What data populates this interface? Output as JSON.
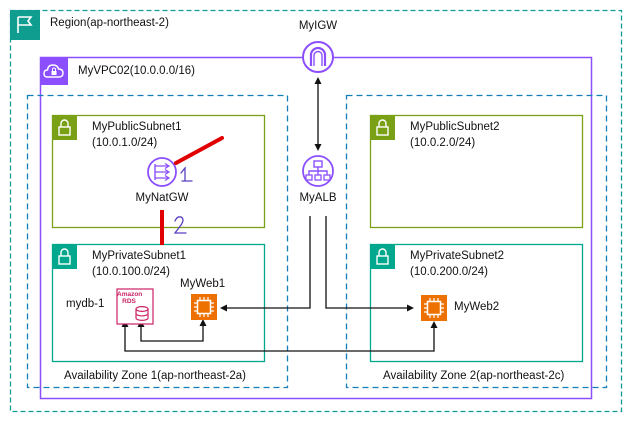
{
  "region": {
    "label": "Region(ap-northeast-2)"
  },
  "igw": {
    "label": "MyIGW"
  },
  "vpc": {
    "label": "MyVPC02(10.0.0.0/16)"
  },
  "az1": {
    "label": "Availability Zone 1(ap-northeast-2a)"
  },
  "az2": {
    "label": "Availability Zone 2(ap-northeast-2c)"
  },
  "public_subnet_1": {
    "name": "MyPublicSubnet1",
    "cidr": "(10.0.1.0/24)"
  },
  "public_subnet_2": {
    "name": "MyPublicSubnet2",
    "cidr": "(10.0.2.0/24)"
  },
  "private_subnet_1": {
    "name": "MyPrivateSubnet1",
    "cidr": "(10.0.100.0/24)"
  },
  "private_subnet_2": {
    "name": "MyPrivateSubnet2",
    "cidr": "(10.0.200.0/24)"
  },
  "natgw": {
    "label": "MyNatGW"
  },
  "alb": {
    "label": "MyALB"
  },
  "web1": {
    "label": "MyWeb1"
  },
  "web2": {
    "label": "MyWeb2"
  },
  "db": {
    "label": "mydb-1",
    "icon_line1": "Amazon",
    "icon_line2": "RDS"
  },
  "annotations": {
    "one": "1",
    "two": "2"
  },
  "colors": {
    "region": "#0f9d8f",
    "vpc": "#8c4fff",
    "public_subnet": "#7aa116",
    "private_subnet": "#01a88d",
    "az": "#147eba",
    "compute": "#ed7100",
    "database": "#cc2264",
    "highlight": "#e00000",
    "annotation": "#5a3fc0"
  }
}
